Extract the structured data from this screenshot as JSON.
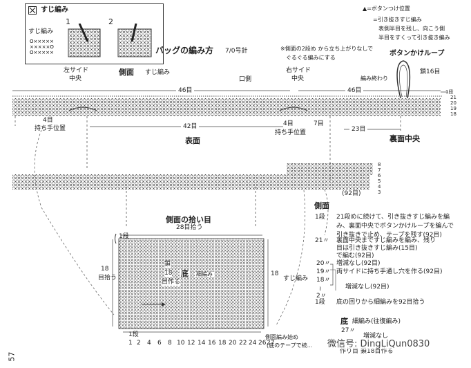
{
  "page_number": "57",
  "legend": {
    "title": "すじ編み",
    "step1": "1",
    "step2": "2",
    "sample_label": "すじ編み"
  },
  "top_right": {
    "line0": "▲=ボタンつけ位置",
    "line1": "=引き抜きすじ編み",
    "line2": "表側半目を残し、向こう側",
    "line3": "半目をすくって引き抜き編み"
  },
  "title": {
    "main": "バッグの編み方",
    "needle": "7/0号針"
  },
  "note": {
    "line1": "※側面の2段め から立ち上がりなしで",
    "line2": "ぐるぐる編みにする"
  },
  "labels": {
    "left_side": "左サイド",
    "left_center": "中央",
    "side_face": "側面",
    "suji": "すじ編み",
    "mouth": "口側",
    "right_side": "右サイド",
    "right_center": "中央",
    "button_loop": "ボタンかけループ",
    "chain16": "鎖16目",
    "end": "編み終わり",
    "width46_left": "46目",
    "width46_right": "46目",
    "width42": "42目",
    "width4_left": "4目",
    "handle_left": "持ち手位置",
    "width4_right": "4目",
    "handle_right": "持ち手位置",
    "width7": "7目",
    "width23": "23目",
    "front": "表面",
    "back_center": "裏面中央",
    "pickup_title": "側面の拾い目",
    "pickup28": "28目拾う",
    "pickup18": "18目拾う",
    "pickup18_a": "18",
    "pickup18_b": "目拾う",
    "bottom": "底",
    "bottom_sc": "細編み",
    "chain18_a": "鎖",
    "chain18_b": "18",
    "chain18_c": "目作る",
    "start_a": "側面編み始め",
    "start_b": "(底のテープで続...",
    "side_section": "側面",
    "count92": "(92目)",
    "bottom_row_one": "1段",
    "bottom_row_one_b": "1段"
  },
  "row_numbers_right": [
    "1段",
    "21",
    "20",
    "19",
    "18"
  ],
  "row_numbers_mid": [
    "8",
    "7",
    "6",
    "5",
    "4",
    "3"
  ],
  "side_rows": [
    {
      "label": "1段",
      "text": "21段めに続けて、引き抜きすじ編みを編"
    },
    {
      "label": "",
      "text": "み、裏面中央でボタンかけループを編んで"
    },
    {
      "label": "",
      "text": "引き抜きで止め、テープを残す(92目)"
    },
    {
      "label": "21〃",
      "text": "裏面中央まですじ編みを編み、残り"
    },
    {
      "label": "",
      "text": "目は引き抜きすじ編み(15目)"
    },
    {
      "label": "",
      "text": "で編む(92目)"
    },
    {
      "label": "20〃",
      "text": "増減なし(92目)"
    },
    {
      "label": "19〃",
      "text": "両サイドに持ち手通し穴を作る(92目)"
    },
    {
      "label": "18〃",
      "text": ""
    },
    {
      "label": "2〃",
      "text": "増減なし(92目)"
    },
    {
      "label": "1段",
      "text": "底の回りから細編みを92目拾う"
    }
  ],
  "suji_side": "すじ編み",
  "bottom_section": {
    "title": "底",
    "method": "細編み(往復編み)",
    "row27": "27〃",
    "no_change": "増減なし",
    "start": "作り目",
    "chain": "鎖18目作る"
  },
  "axis_numbers": [
    "1",
    "2",
    "4",
    "6",
    "8",
    "10",
    "12",
    "14",
    "16",
    "18",
    "20",
    "22",
    "24",
    "26",
    "27"
  ],
  "watermark": "微信号: DingLiQun0830"
}
